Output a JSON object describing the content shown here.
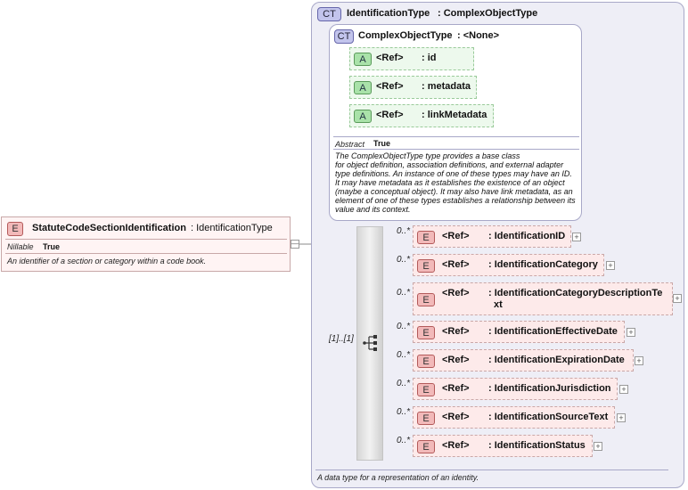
{
  "main_element": {
    "badge": "E",
    "name": "StatuteCodeSectionIdentification",
    "type": ": IdentificationType",
    "nillable_label": "Nillable",
    "nillable_value": "True",
    "description": "An identifier of a section or category within a code book."
  },
  "outer_type": {
    "badge": "CT",
    "name": "IdentificationType",
    "base": ": ComplexObjectType",
    "description": "A data type for a representation of an identity."
  },
  "inner_type": {
    "badge": "CT",
    "name": "ComplexObjectType",
    "base": ": <None>",
    "abstract_label": "Abstract",
    "abstract_value": "True",
    "description_lines": [
      "The ComplexObjectType type provides a base class",
      "for object definition, association definitions, and external adapter",
      "type definitions. An instance of one of these types may have an ID.",
      "It may have metadata as it establishes the existence of an object",
      "(maybe a conceptual object). It may also have link metadata, as an",
      "element of one of these types establishes a relationship between its",
      "value and its context."
    ],
    "attributes": [
      {
        "badge": "A",
        "ref": "<Ref>",
        "name": ": id"
      },
      {
        "badge": "A",
        "ref": "<Ref>",
        "name": ": metadata"
      },
      {
        "badge": "A",
        "ref": "<Ref>",
        "name": ": linkMetadata"
      }
    ]
  },
  "sequence": {
    "cardinality": "[1]..[1]"
  },
  "elements": [
    {
      "badge": "E",
      "ref": "<Ref>",
      "name": ": IdentificationID",
      "cardinality": "0..*",
      "plus": "+"
    },
    {
      "badge": "E",
      "ref": "<Ref>",
      "name": ": IdentificationCategory",
      "cardinality": "0..*",
      "plus": "+"
    },
    {
      "badge": "E",
      "ref": "<Ref>",
      "name_line1": ": IdentificationCategoryDescriptionTe",
      "name_line2": "xt",
      "cardinality": "0..*",
      "plus": "+"
    },
    {
      "badge": "E",
      "ref": "<Ref>",
      "name": ": IdentificationEffectiveDate",
      "cardinality": "0..*",
      "plus": "+"
    },
    {
      "badge": "E",
      "ref": "<Ref>",
      "name": ": IdentificationExpirationDate",
      "cardinality": "0..*",
      "plus": "+"
    },
    {
      "badge": "E",
      "ref": "<Ref>",
      "name": ": IdentificationJurisdiction",
      "cardinality": "0..*",
      "plus": "+"
    },
    {
      "badge": "E",
      "ref": "<Ref>",
      "name": ": IdentificationSourceText",
      "cardinality": "0..*",
      "plus": "+"
    },
    {
      "badge": "E",
      "ref": "<Ref>",
      "name": ": IdentificationStatus",
      "cardinality": "0..*",
      "plus": "+"
    }
  ],
  "collapse_symbol": "—",
  "colors": {
    "element_fill": "#fdeaea",
    "attribute_fill": "#edf9ed",
    "complex_type_fill": "#eeeef6"
  }
}
